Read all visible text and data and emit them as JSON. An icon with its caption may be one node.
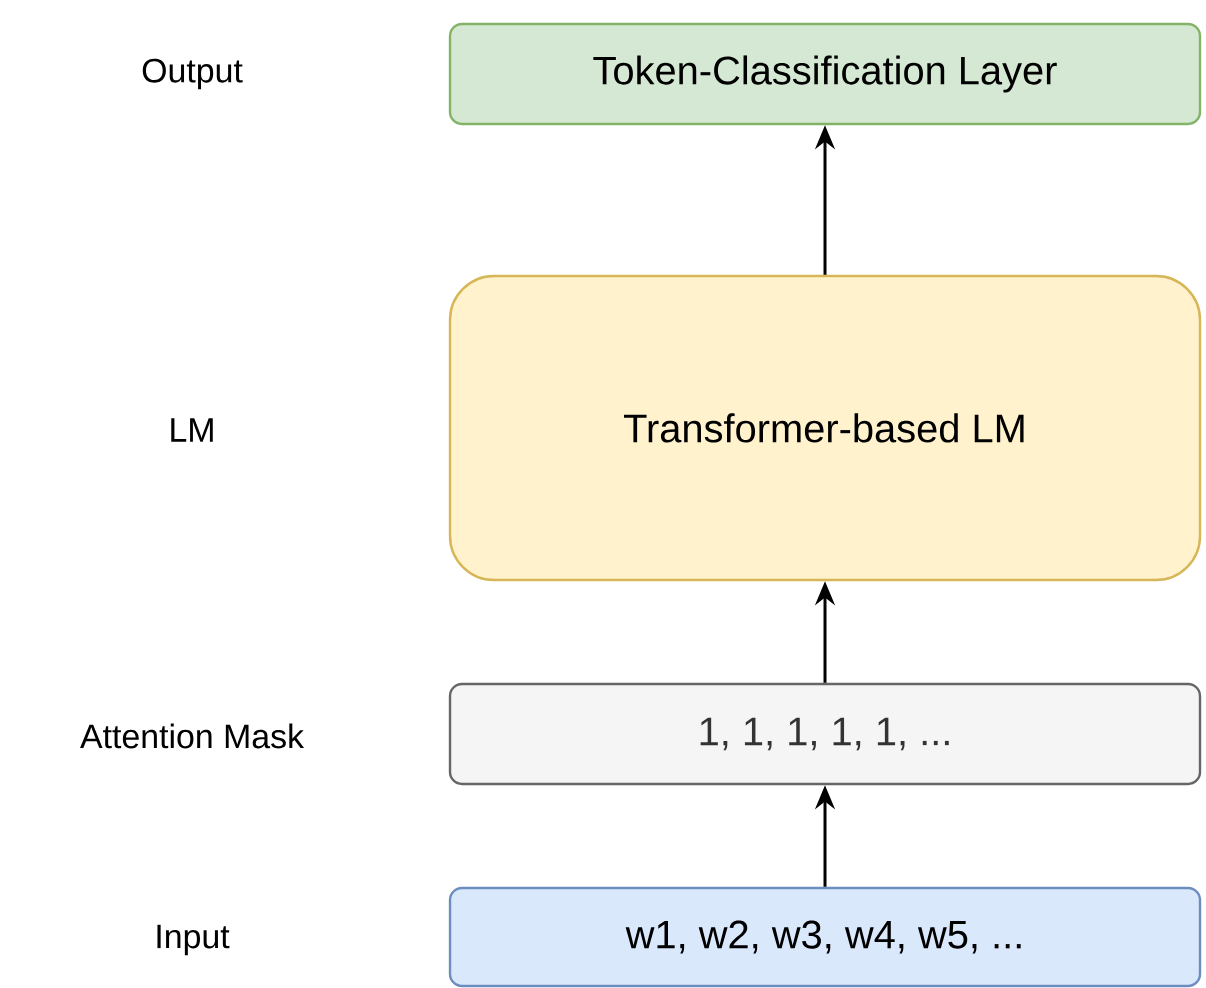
{
  "diagram": {
    "nodes": [
      {
        "text": [
          "Token-Classification Layer"
        ]
      },
      {
        "text": [
          "Transformer-based LM"
        ]
      },
      {
        "text": [
          "1, 1, 1, 1, 1, ..."
        ]
      },
      {
        "text": [
          "w1, w2, w3, w4, w5, ..."
        ]
      }
    ],
    "edges": [
      {
        "from": 3,
        "to": 2,
        "arrow": "to"
      },
      {
        "from": 2,
        "to": 1,
        "arrow": "to"
      },
      {
        "from": 1,
        "to": 0,
        "arrow": "to"
      }
    ],
    "labels": [
      "Output",
      "LM",
      "Attention Mask",
      "Input"
    ]
  }
}
